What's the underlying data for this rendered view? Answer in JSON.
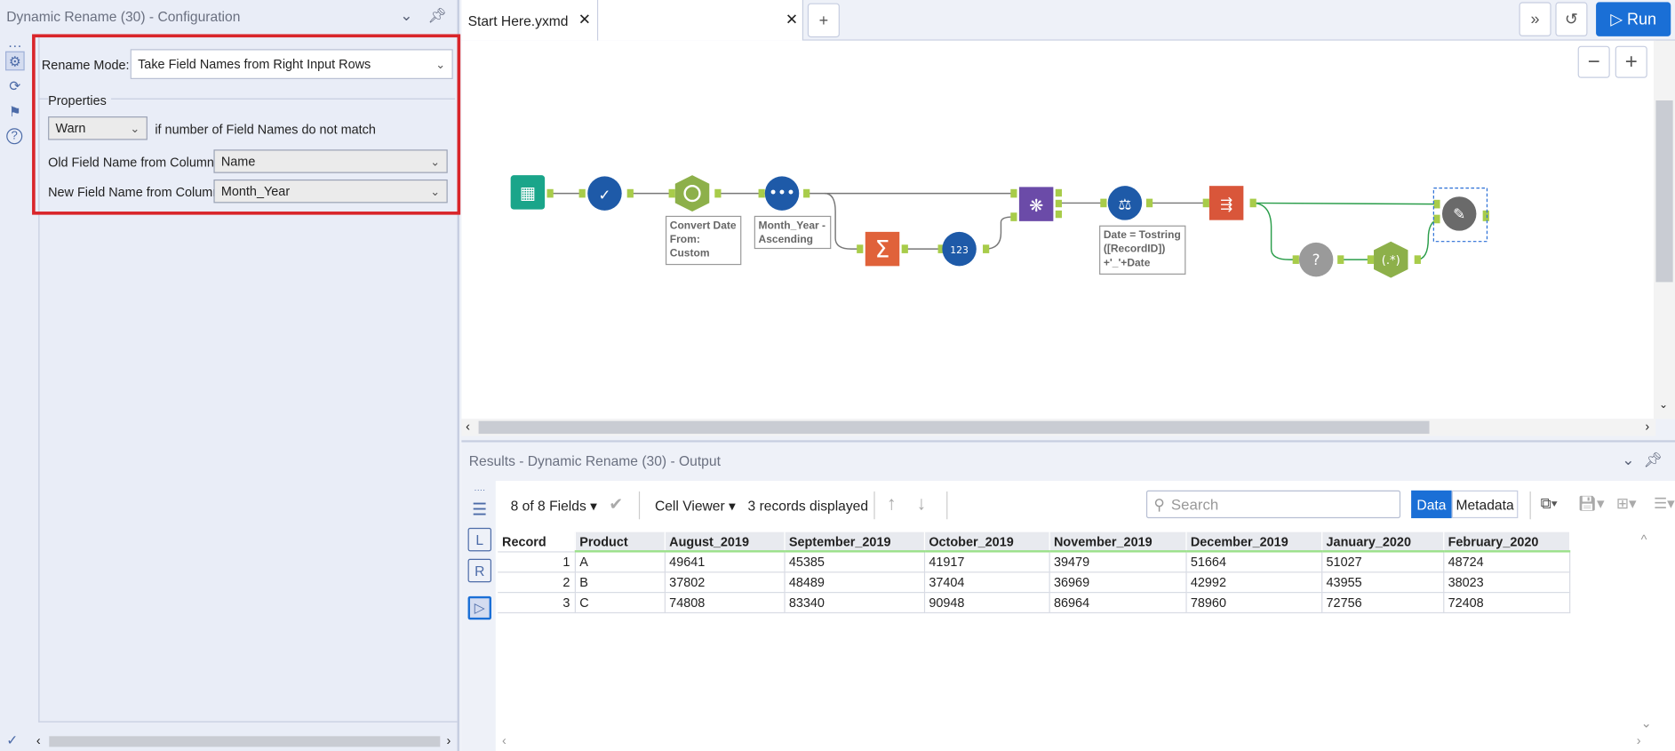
{
  "config_panel": {
    "title": "Dynamic Rename (30) - Configuration",
    "rename_mode_label": "Rename Mode:",
    "rename_mode_value": "Take Field Names from Right Input Rows",
    "properties_label": "Properties",
    "warn_value": "Warn",
    "warn_suffix": "if number of Field Names do not match",
    "old_field_label": "Old Field Name from Column",
    "old_field_value": "Name",
    "new_field_label": "New Field Name from Column",
    "new_field_value": "Month_Year"
  },
  "tabs": [
    {
      "label": "Start Here.yxmd"
    }
  ],
  "toolbar": {
    "run_label": "Run"
  },
  "canvas": {
    "notes": {
      "convert_date": [
        "Convert Date",
        "From:",
        "Custom"
      ],
      "sort": [
        "Month_Year -",
        "Ascending"
      ],
      "formula": [
        "Date = Tostring",
        "([RecordID])",
        "+'_'+Date"
      ]
    },
    "tools": [
      {
        "name": "input-data",
        "color": "#1aa58a"
      },
      {
        "name": "select",
        "color": "#1e5aa8"
      },
      {
        "name": "datetime",
        "color": "#8db04a"
      },
      {
        "name": "sort",
        "color": "#1e5aa8"
      },
      {
        "name": "summarize",
        "color": "#e0623a"
      },
      {
        "name": "record-id",
        "color": "#1e5aa8"
      },
      {
        "name": "join",
        "color": "#6b4ba8"
      },
      {
        "name": "formula",
        "color": "#1e5aa8"
      },
      {
        "name": "cross-tab",
        "color": "#d9563a"
      },
      {
        "name": "test",
        "color": "#9a9a9a"
      },
      {
        "name": "regex",
        "color": "#8db04a"
      },
      {
        "name": "dynamic-rename",
        "color": "#6a6a6a"
      }
    ]
  },
  "results": {
    "title": "Results - Dynamic Rename (30) - Output",
    "fields_label": "8 of 8 Fields",
    "viewer_label": "Cell Viewer",
    "records_label": "3 records displayed",
    "search_placeholder": "Search",
    "data_button": "Data",
    "metadata_button": "Metadata",
    "columns": [
      "Record",
      "Product",
      "August_2019",
      "September_2019",
      "October_2019",
      "November_2019",
      "December_2019",
      "January_2020",
      "February_2020"
    ],
    "rows": [
      [
        "1",
        "A",
        "49641",
        "45385",
        "41917",
        "39479",
        "51664",
        "51027",
        "48724"
      ],
      [
        "2",
        "B",
        "37802",
        "48489",
        "37404",
        "36969",
        "42992",
        "43955",
        "38023"
      ],
      [
        "3",
        "C",
        "74808",
        "83340",
        "90948",
        "86964",
        "78960",
        "72756",
        "72408"
      ]
    ]
  },
  "colors": {
    "accent": "#1a6fd6",
    "highlight_box": "#d9252a",
    "header_underline": "#9be08a"
  }
}
